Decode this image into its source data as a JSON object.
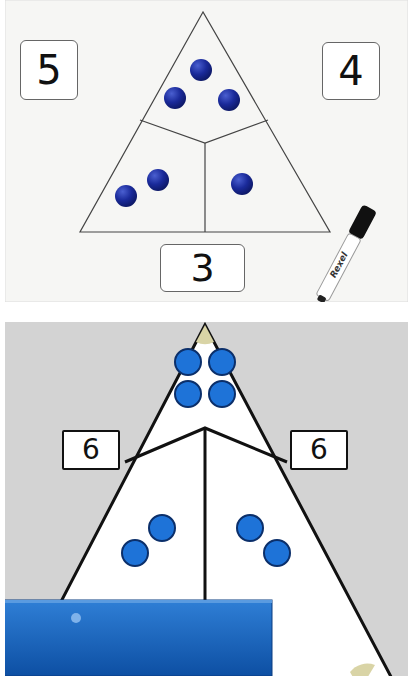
{
  "diagram": {
    "nodes": [
      {
        "text": [
          "5"
        ]
      },
      {
        "text": [
          "4"
        ]
      },
      {
        "text": [
          "3"
        ]
      },
      {
        "text": [
          "6"
        ]
      },
      {
        "text": [
          "6"
        ]
      }
    ],
    "labels": [
      "Rexel"
    ]
  }
}
